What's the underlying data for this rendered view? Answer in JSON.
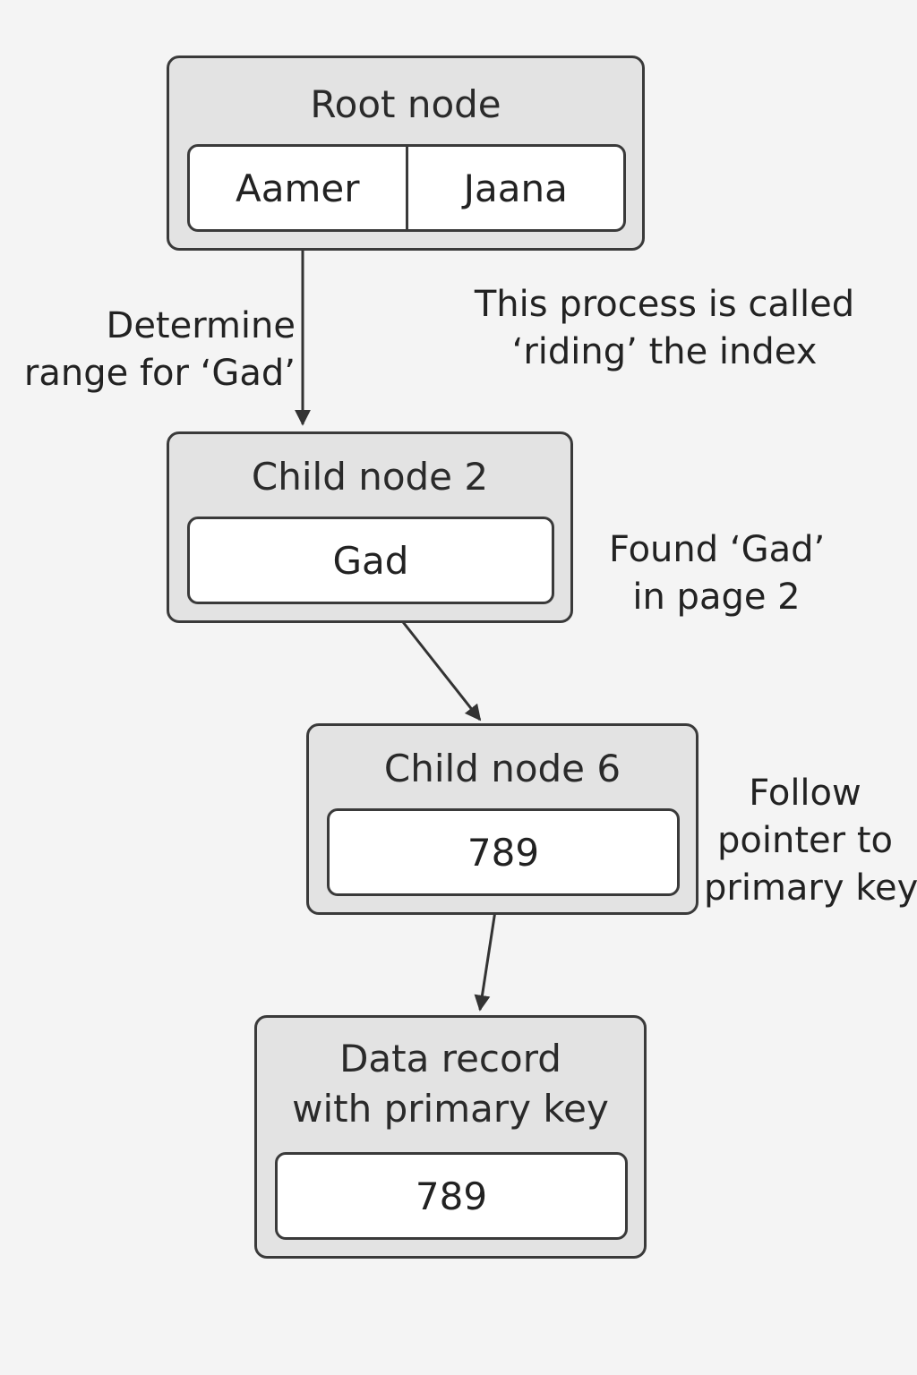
{
  "nodes": {
    "root": {
      "title": "Root node",
      "keys": [
        "Aamer",
        "Jaana"
      ]
    },
    "child2": {
      "title": "Child node 2",
      "keys": [
        "Gad"
      ]
    },
    "child6": {
      "title": "Child node 6",
      "keys": [
        "789"
      ]
    },
    "record": {
      "title_lines": [
        "Data record",
        "with primary key"
      ],
      "keys": [
        "789"
      ]
    }
  },
  "annotations": {
    "determine_range": [
      "Determine",
      "range for ‘Gad’"
    ],
    "riding": [
      "This process is called",
      "‘riding’ the index"
    ],
    "found": [
      "Found ‘Gad’",
      "in page 2"
    ],
    "follow_pointer": [
      "Follow",
      "pointer to",
      "primary key"
    ]
  },
  "colors": {
    "background": "#f4f4f4",
    "node_fill": "#e3e3e3",
    "key_fill": "#ffffff",
    "stroke": "#3a3a3a"
  }
}
